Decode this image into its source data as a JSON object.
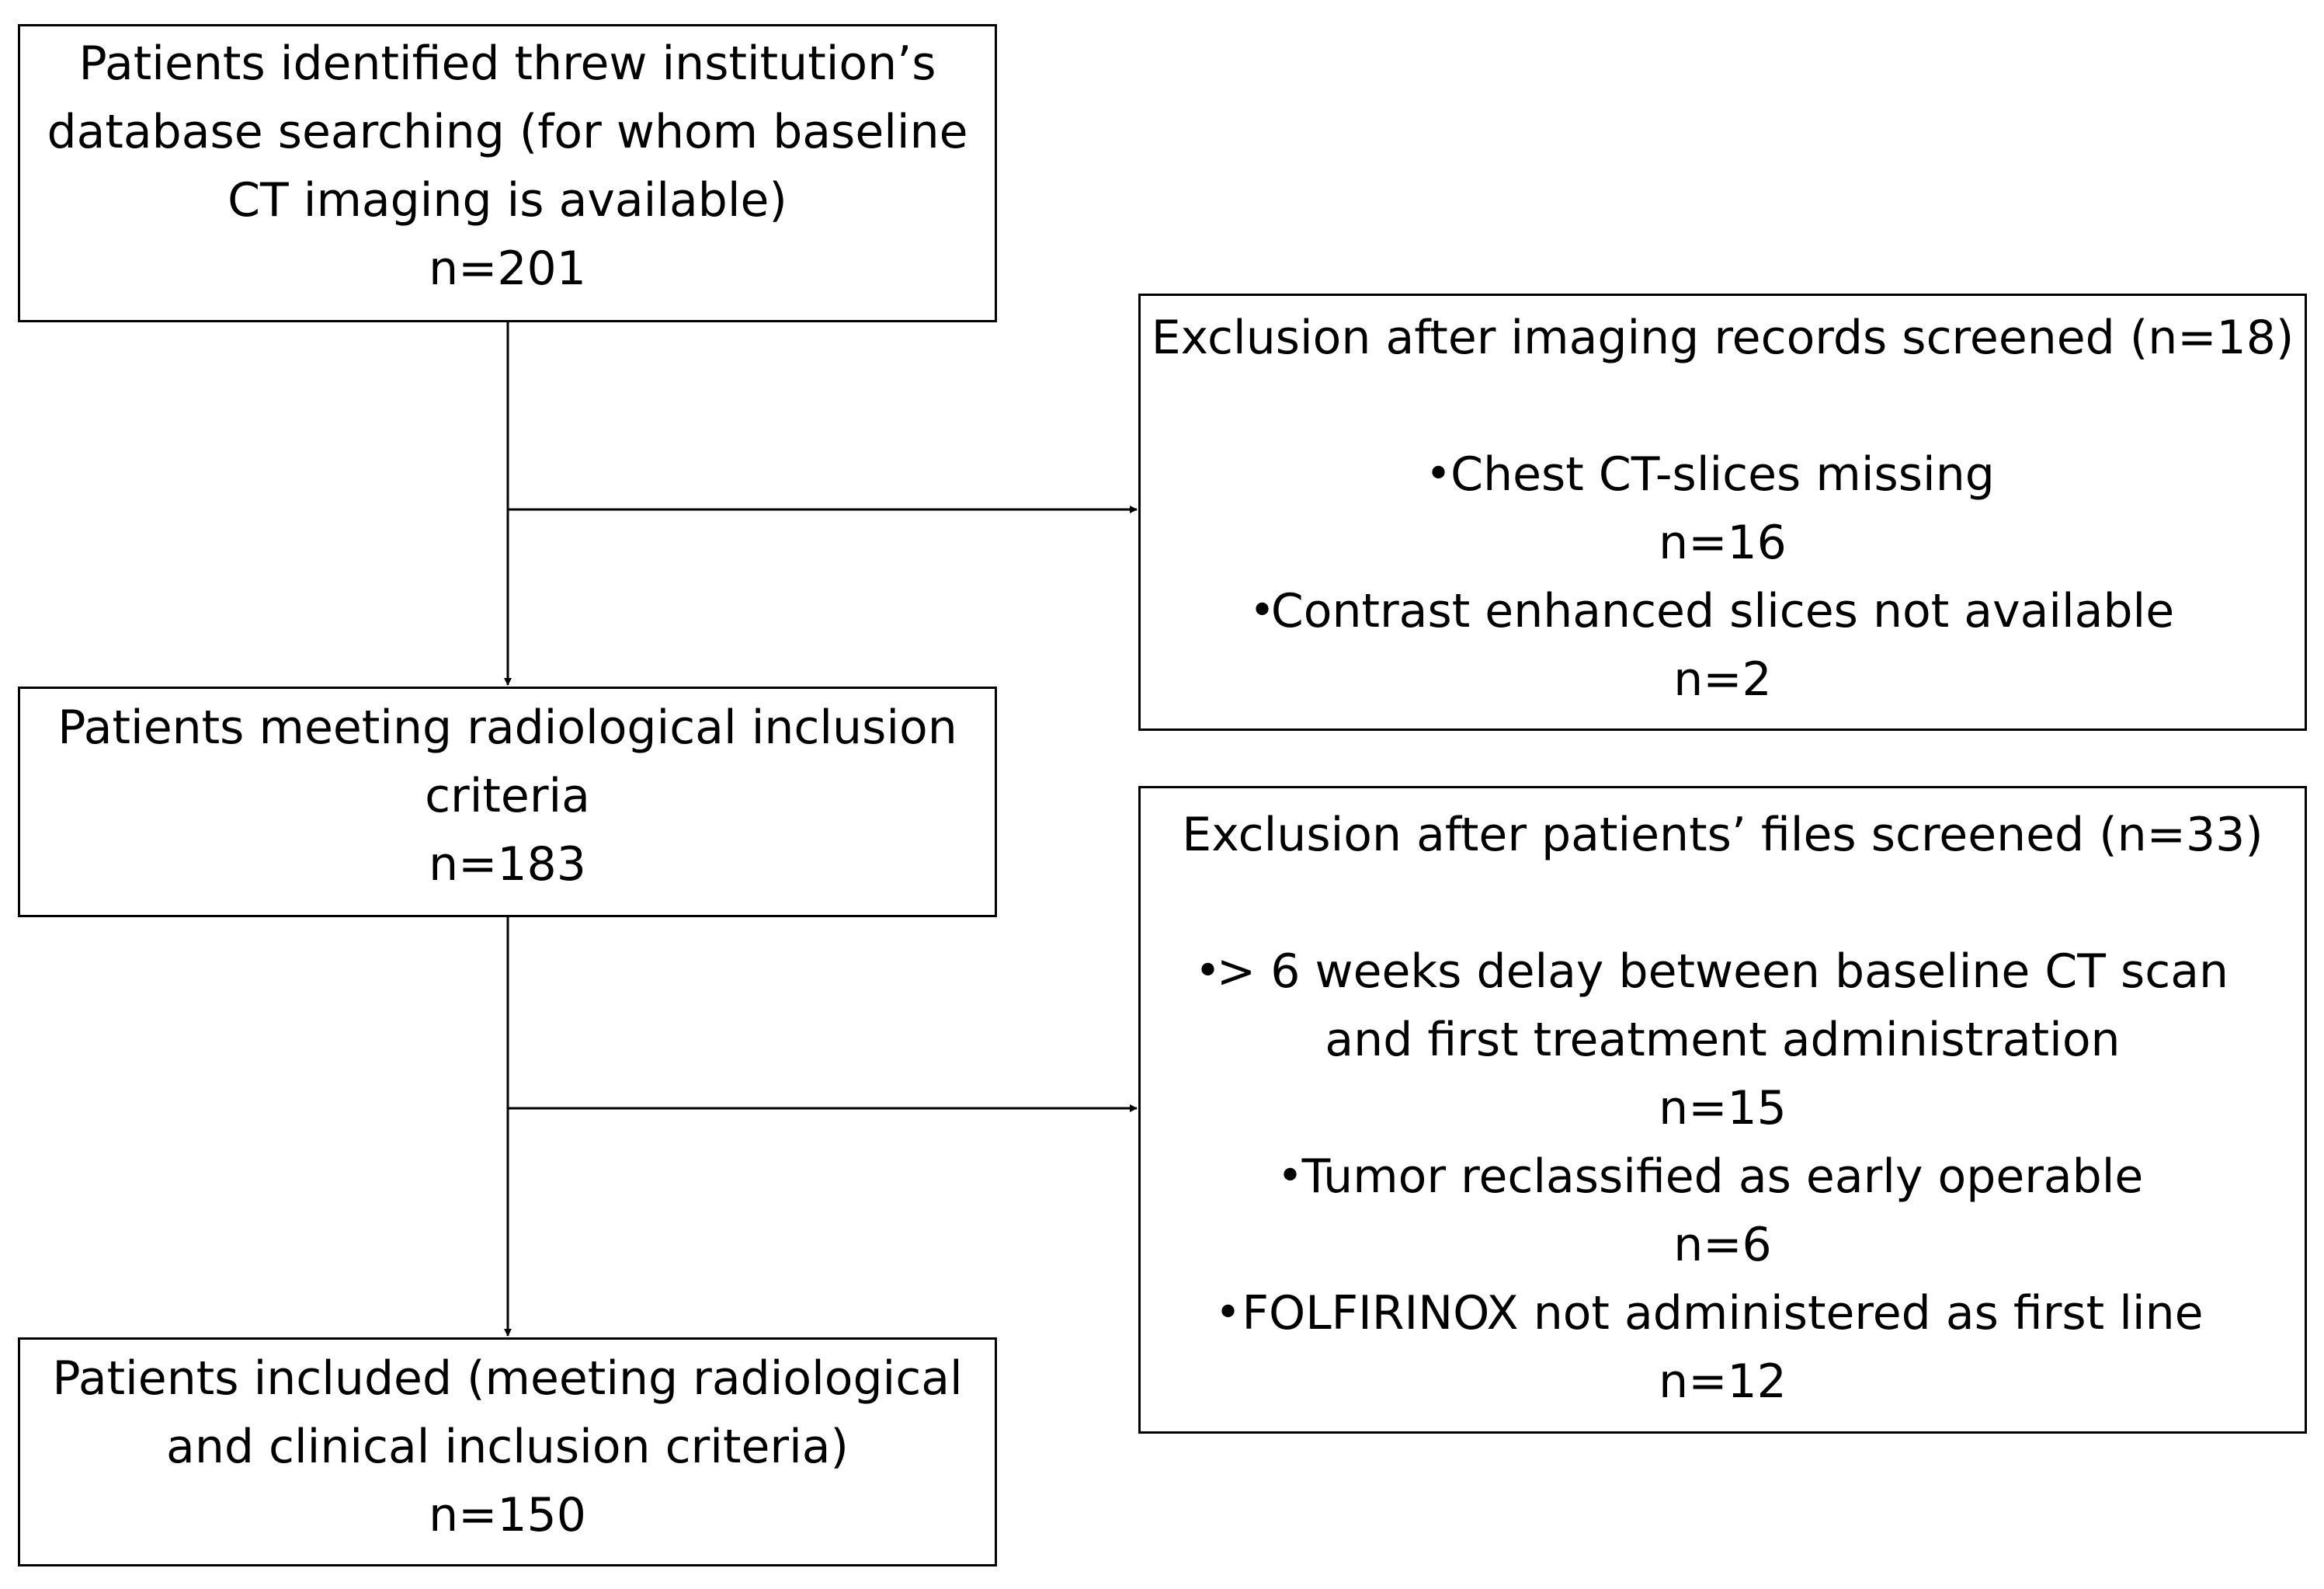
{
  "boxes": {
    "start": {
      "lines": [
        "Patients identified threw institution’s",
        "database searching (for whom baseline",
        "CT imaging is available)"
      ],
      "count": "n=201"
    },
    "radiological": {
      "lines": [
        "Patients meeting radiological inclusion",
        "criteria"
      ],
      "count": "n=183"
    },
    "included": {
      "lines": [
        "Patients included (meeting radiological",
        "and clinical inclusion criteria)"
      ],
      "count": "n=150"
    },
    "exclusion_imaging": {
      "title": "Exclusion after imaging records screened (n=18)",
      "items": [
        {
          "lines": [
            "Chest CT-slices missing"
          ],
          "count": "n=16"
        },
        {
          "lines": [
            "Contrast enhanced slices not available"
          ],
          "count": "n=2"
        }
      ]
    },
    "exclusion_files": {
      "title": "Exclusion after patients’ files screened (n=33)",
      "items": [
        {
          "lines": [
            "> 6 weeks delay between baseline CT scan",
            "and first treatment administration"
          ],
          "count": "n=15"
        },
        {
          "lines": [
            "Tumor reclassified as early operable"
          ],
          "count": "n=6"
        },
        {
          "lines": [
            "FOLFIRINOX not administered as first line"
          ],
          "count": "n=12"
        }
      ]
    }
  },
  "bullet_glyph": "•",
  "colors": {
    "line": "#000000",
    "box_border": "#000000",
    "background": "#ffffff",
    "text": "#000000"
  }
}
